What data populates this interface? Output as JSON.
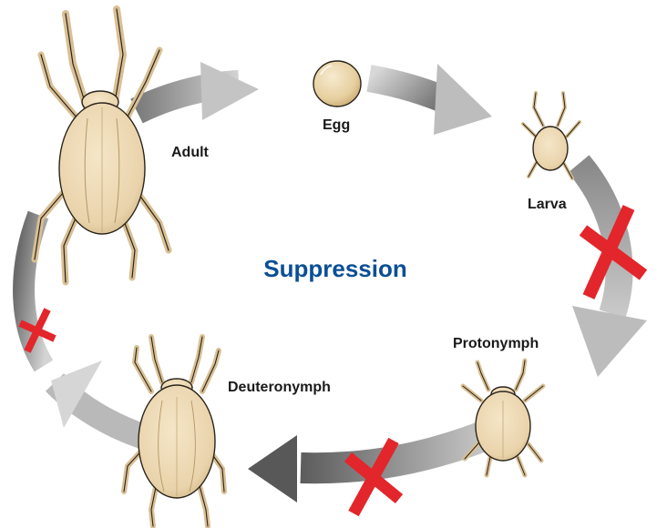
{
  "diagram": {
    "title": "Suppression",
    "colors": {
      "title": "#0a4f96",
      "x_mark": "#e2262b",
      "mite_fill": "#efdcb8",
      "mite_shade": "#d9c094",
      "mite_outline": "#2a241c",
      "arrow_light": "#d9d9d9",
      "arrow_dark": "#6f6f6f"
    },
    "stages": [
      {
        "id": "egg",
        "label": "Egg"
      },
      {
        "id": "larva",
        "label": "Larva"
      },
      {
        "id": "protonymph",
        "label": "Protonymph"
      },
      {
        "id": "deuteronymph",
        "label": "Deuteronymph"
      },
      {
        "id": "adult",
        "label": "Adult"
      }
    ],
    "blocked_transitions": [
      {
        "from": "larva",
        "to": "protonymph"
      },
      {
        "from": "protonymph",
        "to": "deuteronymph"
      },
      {
        "from": "deuteronymph",
        "to": "adult"
      }
    ]
  }
}
